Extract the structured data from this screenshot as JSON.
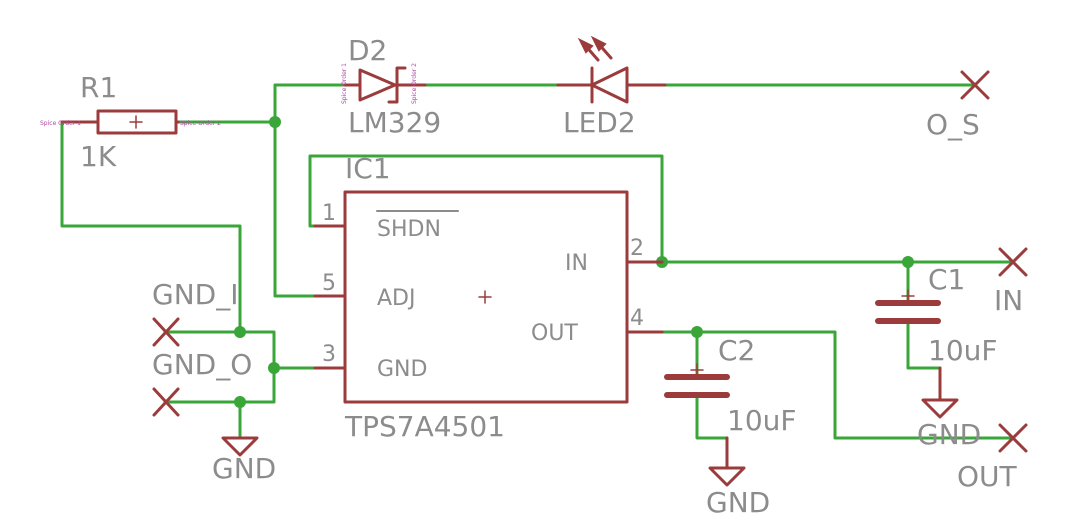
{
  "components": {
    "r1": {
      "ref": "R1",
      "value": "1K",
      "pin1": "Spice Order 1",
      "pin2": "Spice Order 2"
    },
    "d2": {
      "ref": "D2",
      "value": "LM329",
      "pin1": "Spice Order 1",
      "pin2": "Spice Order 2"
    },
    "led2": {
      "ref": "LED2"
    },
    "ic1": {
      "ref": "IC1",
      "value": "TPS7A4501",
      "pins": {
        "shdn": {
          "num": "1",
          "name": "SHDN"
        },
        "adj": {
          "num": "5",
          "name": "ADJ"
        },
        "gnd": {
          "num": "3",
          "name": "GND"
        },
        "in": {
          "num": "2",
          "name": "IN"
        },
        "out": {
          "num": "4",
          "name": "OUT"
        }
      }
    },
    "c1": {
      "ref": "C1",
      "value": "10uF"
    },
    "c2": {
      "ref": "C2",
      "value": "10uF"
    }
  },
  "connectors": {
    "o_s": "O_S",
    "in": "IN",
    "out": "OUT",
    "gnd_i": "GND_I",
    "gnd_o": "GND_O"
  },
  "supplies": {
    "gnd_left": "GND",
    "gnd_c2": "GND",
    "gnd_c1": "GND"
  },
  "colors": {
    "wire": "#3aa63a",
    "symbol": "#9c3b3b",
    "text": "#8c8c8c"
  }
}
